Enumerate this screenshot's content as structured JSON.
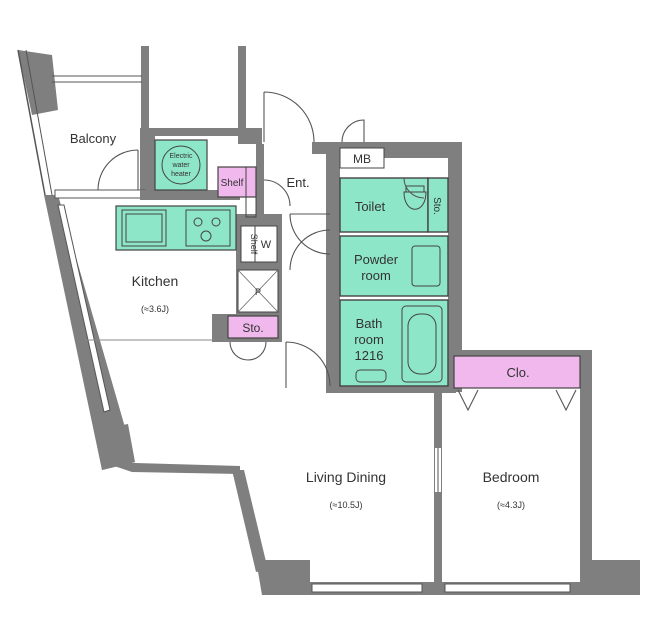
{
  "rooms": {
    "balcony": "Balcony",
    "kitchen": "Kitchen",
    "kitchen_area": "(≈3.6J)",
    "entrance": "Ent.",
    "toilet": "Toilet",
    "powder_room_1": "Powder",
    "powder_room_2": "room",
    "bath_1": "Bath",
    "bath_2": "room",
    "bath_3": "1216",
    "living_dining": "Living Dining",
    "living_area": "(≈10.5J)",
    "bedroom": "Bedroom",
    "bedroom_area": "(≈4.3J)"
  },
  "labels": {
    "mb": "MB",
    "shelf_entrance": "Shelf",
    "shelf_vertical": "Shelf",
    "washer": "W",
    "pipe": "P",
    "storage_kitchen": "Sto.",
    "storage_toilet": "Sto.",
    "closet": "Clo.",
    "heater_1": "Electric",
    "heater_2": "water",
    "heater_3": "heater"
  },
  "colors": {
    "wall": "#7f7f7f",
    "wet_area": "#8ee6c9",
    "storage": "#f0b8ec"
  }
}
